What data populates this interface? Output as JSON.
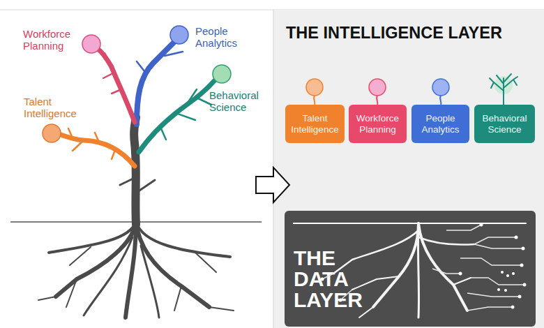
{
  "diagram": {
    "title": "THE INTELLIGENCE LAYER",
    "nodes": [
      {
        "text": [
          "Talent Intelligence"
        ]
      },
      {
        "text": [
          "Workforce Planning"
        ]
      },
      {
        "text": [
          "People Analytics"
        ]
      },
      {
        "text": [
          "Behavioral Science"
        ]
      },
      {
        "text": [
          "THE DATA LAYER"
        ]
      }
    ],
    "labels": [
      "Workforce Planning",
      "People Analytics",
      "Behavioral Science",
      "Talent Intelligence"
    ]
  }
}
